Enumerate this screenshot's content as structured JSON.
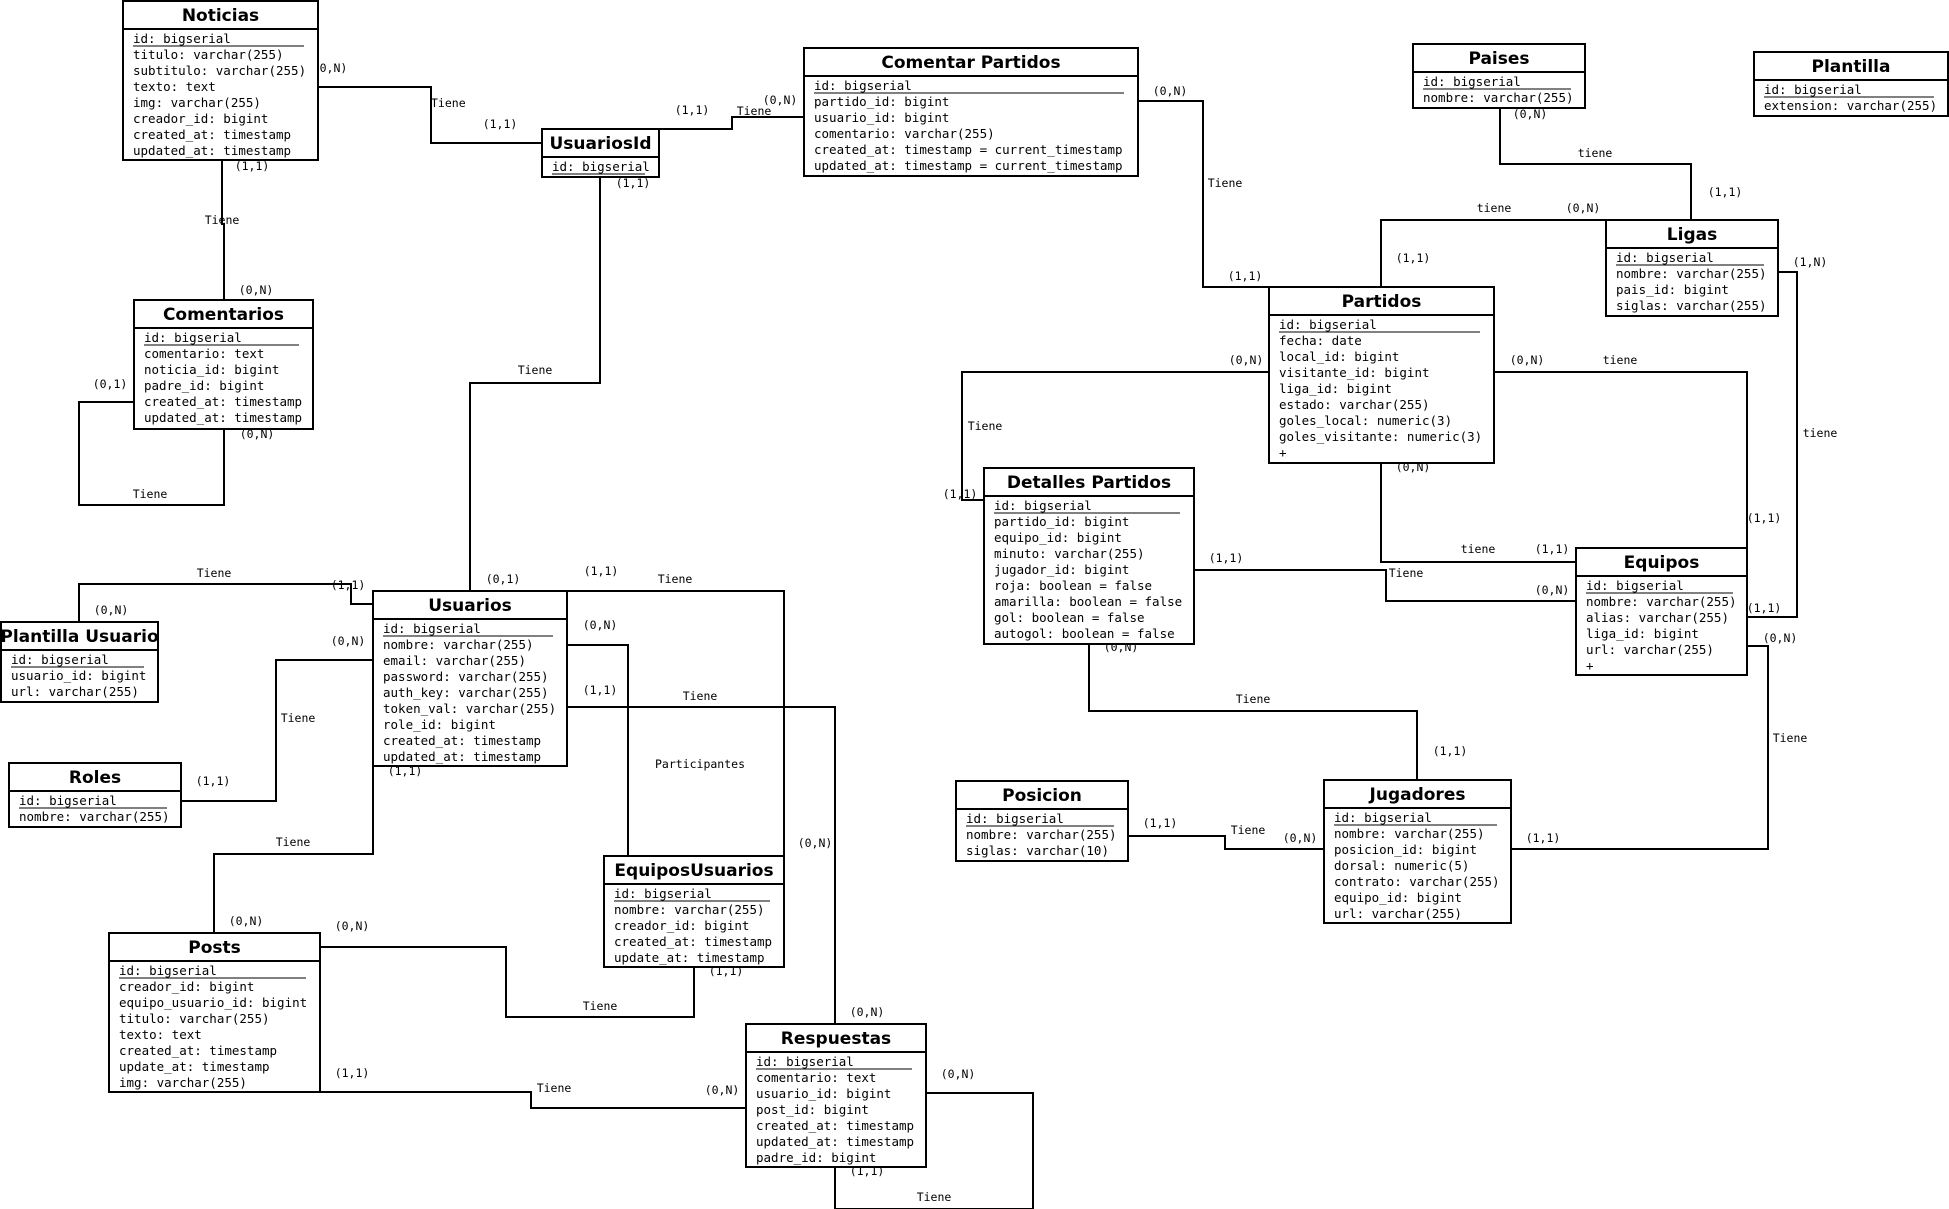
{
  "entities": [
    {
      "key": "noticias",
      "name": "Noticias",
      "fields": [
        "id: bigserial",
        "titulo: varchar(255)",
        "subtitulo: varchar(255)",
        "texto: text",
        "img: varchar(255)",
        "creador_id: bigint",
        "created_at: timestamp",
        "updated_at: timestamp"
      ]
    },
    {
      "key": "comentarios",
      "name": "Comentarios",
      "fields": [
        "id: bigserial",
        "comentario: text",
        "noticia_id: bigint",
        "padre_id: bigint",
        "created_at: timestamp",
        "updated_at: timestamp"
      ]
    },
    {
      "key": "usuariosid",
      "name": "UsuariosId",
      "fields": [
        "id: bigserial"
      ]
    },
    {
      "key": "comentar_partidos",
      "name": "Comentar Partidos",
      "fields": [
        "id: bigserial",
        "partido_id: bigint",
        "usuario_id: bigint",
        "comentario: varchar(255)",
        "created_at: timestamp = current_timestamp",
        "updated_at: timestamp = current_timestamp"
      ]
    },
    {
      "key": "paises",
      "name": "Paises",
      "fields": [
        "id: bigserial",
        "nombre: varchar(255)"
      ]
    },
    {
      "key": "plantilla",
      "name": "Plantilla",
      "fields": [
        "id: bigserial",
        "extension: varchar(255)"
      ]
    },
    {
      "key": "ligas",
      "name": "Ligas",
      "fields": [
        "id: bigserial",
        "nombre: varchar(255)",
        "pais_id: bigint",
        "siglas: varchar(255)"
      ]
    },
    {
      "key": "partidos",
      "name": "Partidos",
      "fields": [
        "id: bigserial",
        "fecha: date",
        "local_id: bigint",
        "visitante_id: bigint",
        "liga_id: bigint",
        "estado: varchar(255)",
        "goles_local: numeric(3)",
        "goles_visitante: numeric(3)",
        "+"
      ]
    },
    {
      "key": "detalles_partidos",
      "name": "Detalles Partidos",
      "fields": [
        "id: bigserial",
        "partido_id: bigint",
        "equipo_id: bigint",
        "minuto: varchar(255)",
        "jugador_id: bigint",
        "roja: boolean = false",
        "amarilla: boolean = false",
        "gol: boolean = false",
        "autogol: boolean = false"
      ]
    },
    {
      "key": "equipos",
      "name": "Equipos",
      "fields": [
        "id: bigserial",
        "nombre: varchar(255)",
        "alias: varchar(255)",
        "liga_id: bigint",
        "url: varchar(255)",
        "+"
      ]
    },
    {
      "key": "posicion",
      "name": "Posicion",
      "fields": [
        "id: bigserial",
        "nombre: varchar(255)",
        "siglas: varchar(10)"
      ]
    },
    {
      "key": "jugadores",
      "name": "Jugadores",
      "fields": [
        "id: bigserial",
        "nombre: varchar(255)",
        "posicion_id: bigint",
        "dorsal: numeric(5)",
        "contrato: varchar(255)",
        "equipo_id: bigint",
        "url: varchar(255)"
      ]
    },
    {
      "key": "plantilla_usuario",
      "name": "Plantilla Usuario",
      "fields": [
        "id: bigserial",
        "usuario_id: bigint",
        "url: varchar(255)"
      ]
    },
    {
      "key": "usuarios",
      "name": "Usuarios",
      "fields": [
        "id: bigserial",
        "nombre: varchar(255)",
        "email: varchar(255)",
        "password: varchar(255)",
        "auth_key: varchar(255)",
        "token_val: varchar(255)",
        "role_id: bigint",
        "created_at: timestamp",
        "updated_at: timestamp"
      ]
    },
    {
      "key": "roles",
      "name": "Roles",
      "fields": [
        "id: bigserial",
        "nombre: varchar(255)"
      ]
    },
    {
      "key": "equipos_usuarios",
      "name": "EquiposUsuarios",
      "fields": [
        "id: bigserial",
        "nombre: varchar(255)",
        "creador_id: bigint",
        "created_at: timestamp",
        "update_at: timestamp"
      ]
    },
    {
      "key": "posts",
      "name": "Posts",
      "fields": [
        "id: bigserial",
        "creador_id: bigint",
        "equipo_usuario_id: bigint",
        "titulo: varchar(255)",
        "texto: text",
        "created_at: timestamp",
        "update_at: timestamp",
        "img: varchar(255)"
      ]
    },
    {
      "key": "respuestas",
      "name": "Respuestas",
      "fields": [
        "id: bigserial",
        "comentario: text",
        "usuario_id: bigint",
        "post_id: bigint",
        "created_at: timestamp",
        "updated_at: timestamp",
        "padre_id: bigint"
      ]
    }
  ],
  "relationships": [
    {
      "key": "noticias_usuariosid",
      "label": "Tiene",
      "card_from": "(0,N)",
      "card_to": "(1,1)"
    },
    {
      "key": "noticias_comentarios",
      "label": "Tiene",
      "card_from": "(1,1)",
      "card_to": "(0,N)"
    },
    {
      "key": "comentarios_self",
      "label": "Tiene",
      "card_from": "(0,1)",
      "card_to": "(0,N)"
    },
    {
      "key": "usuariosid_comentar",
      "label": "Tiene",
      "card_from": "(1,1)",
      "card_to": "(0,N)"
    },
    {
      "key": "comentar_partidos",
      "label": "Tiene",
      "card_from": "(0,N)",
      "card_to": "(1,1)"
    },
    {
      "key": "usuariosid_usuarios",
      "label": "Tiene",
      "card_from": "(1,1)",
      "card_to": "(0,1)"
    },
    {
      "key": "paises_ligas",
      "label": "tiene",
      "card_from": "(0,N)",
      "card_to": "(1,1)"
    },
    {
      "key": "ligas_partidos",
      "label": "tiene",
      "card_from": "(0,N)",
      "card_to": "(1,1)"
    },
    {
      "key": "ligas_equipos",
      "label": "tiene",
      "card_from": "(1,N)",
      "card_to": "(1,1)"
    },
    {
      "key": "partidos_detalles",
      "label": "Tiene",
      "card_from": "(0,N)",
      "card_to": "(1,1)"
    },
    {
      "key": "partidos_equipos_a",
      "label": "tiene",
      "card_from": "(0,N)",
      "card_to": "(1,1)"
    },
    {
      "key": "partidos_equipos_b",
      "label": "tiene",
      "card_from": "(0,N)",
      "card_to": "(1,1)"
    },
    {
      "key": "detalles_equipos",
      "label": "Tiene",
      "card_from": "(1,1)",
      "card_to": "(0,N)"
    },
    {
      "key": "detalles_jugadores",
      "label": "Tiene",
      "card_from": "(0,N)",
      "card_to": "(1,1)"
    },
    {
      "key": "posicion_jugadores",
      "label": "Tiene",
      "card_from": "(1,1)",
      "card_to": "(0,N)"
    },
    {
      "key": "equipos_jugadores",
      "label": "Tiene",
      "card_from": "(0,N)",
      "card_to": "(1,1)"
    },
    {
      "key": "plantillausuario_usuarios",
      "label": "Tiene",
      "card_from": "(0,N)",
      "card_to": "(1,1)"
    },
    {
      "key": "roles_usuarios",
      "label": "Tiene",
      "card_from": "(1,1)",
      "card_to": "(0,N)"
    },
    {
      "key": "usuarios_equiposusuarios_tiene",
      "label": "Tiene",
      "card_from": "(1,1)",
      "card_to": "(0,N)"
    },
    {
      "key": "usuarios_equiposusuarios_part",
      "label": "Participantes",
      "card_from": "(0,N)",
      "card_to": "(0,N)"
    },
    {
      "key": "usuarios_respuestas",
      "label": "Tiene",
      "card_from": "(1,1)",
      "card_to": "(0,N)"
    },
    {
      "key": "usuarios_posts",
      "label": "Tiene",
      "card_from": "(1,1)",
      "card_to": "(0,N)"
    },
    {
      "key": "posts_equiposusuarios",
      "label": "Tiene",
      "card_from": "(0,N)",
      "card_to": "(1,1)"
    },
    {
      "key": "posts_respuestas",
      "label": "Tiene",
      "card_from": "(1,1)",
      "card_to": "(0,N)"
    },
    {
      "key": "respuestas_self",
      "label": "Tiene",
      "card_from": "(0,N)",
      "card_to": "(1,1)"
    }
  ]
}
